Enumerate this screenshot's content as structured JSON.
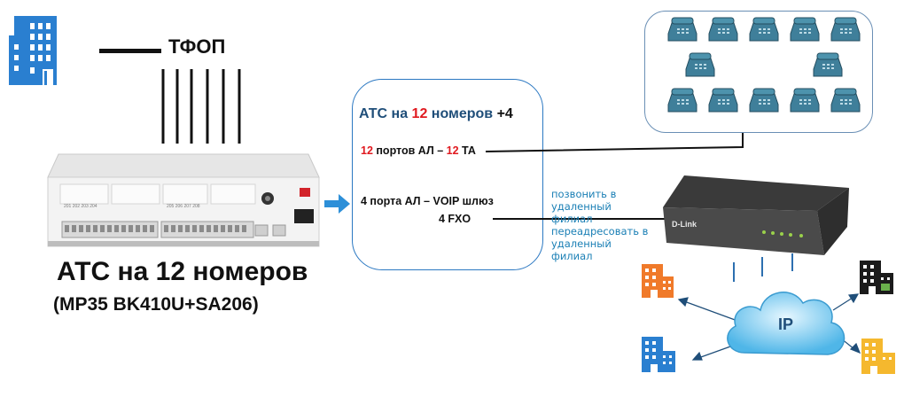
{
  "pstn_label": "ТФОП",
  "pbx_title": "АТС на 12 номеров",
  "pbx_model": "(MP35 BK410U+SA206)",
  "info_box": {
    "title_prefix": "АТС на ",
    "title_num": "12",
    "title_mid": " номеров ",
    "title_suffix": "+4",
    "line1_num1": "12",
    "line1_mid": " портов АЛ – ",
    "line1_num2": "12",
    "line1_end": " ТА",
    "line2": "4 порта АЛ – VOIP шлюз",
    "line3": "4 FXO"
  },
  "notes": {
    "call": "позвонить в удаленный филиал",
    "forward": "переадресовать в удаленный филиал"
  },
  "gateway_brand": "D-Link",
  "cloud_label": "IP",
  "colors": {
    "building_blue": "#2a7fd0",
    "building_orange": "#f07a2a",
    "building_black": "#1b1b1b",
    "building_yellow": "#f5b82e",
    "accent_red": "#e0191f",
    "arrow_blue": "#2d8fd8",
    "cloud_light": "#c9ebfb",
    "cloud_dark": "#4fb6e8",
    "phone_color": "#3f7f9a"
  }
}
